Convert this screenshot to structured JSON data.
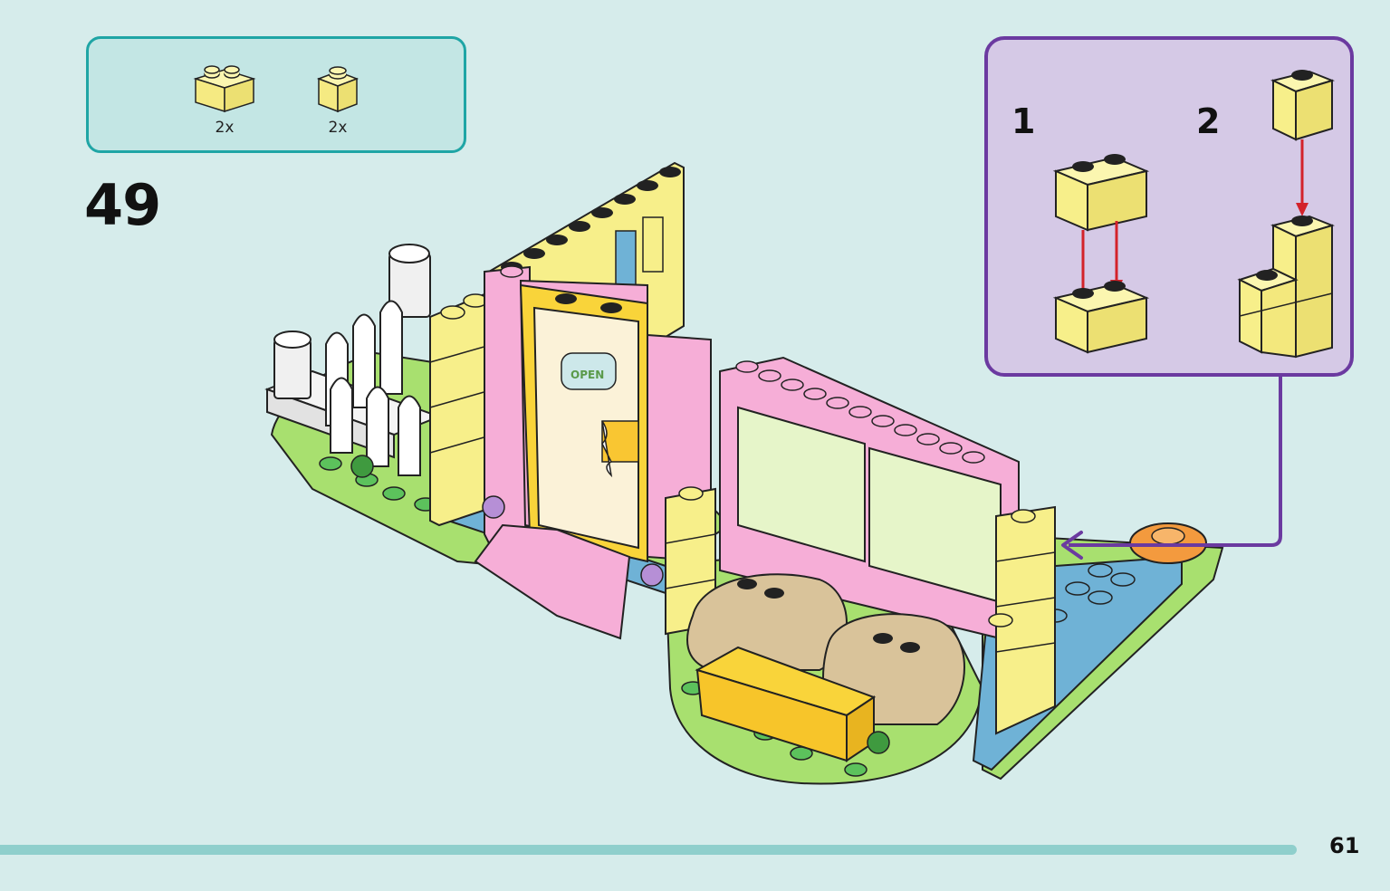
{
  "parts_list": {
    "items": [
      {
        "name": "yellow-brick-1x2",
        "qty": "2x"
      },
      {
        "name": "yellow-brick-1x1",
        "qty": "2x"
      }
    ]
  },
  "step": {
    "number": "49"
  },
  "callout": {
    "substeps": [
      {
        "number": "1"
      },
      {
        "number": "2"
      }
    ]
  },
  "model": {
    "sign_text": "OPEN"
  },
  "colors": {
    "brick_yellow": "#f7ef8a",
    "brick_pink": "#f6aed7",
    "brick_blue": "#6fb2d6",
    "plate_green": "#a8e06f",
    "arrow_red": "#d3222a",
    "frame_teal": "#1fa5a5",
    "frame_purple": "#6b3aa0"
  },
  "page": {
    "number": "61"
  }
}
